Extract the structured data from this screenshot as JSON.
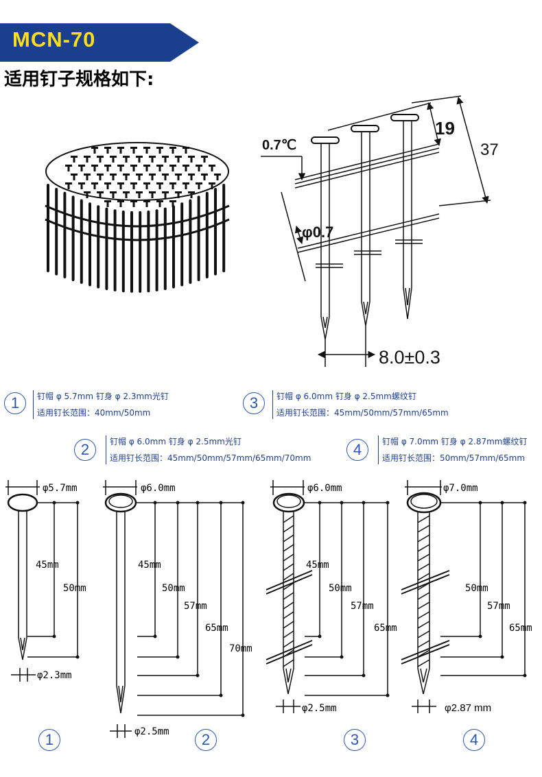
{
  "header": {
    "model": "MCN-70",
    "title": "适用钉子规格如下:"
  },
  "top_diagram": {
    "angle_label": "0.7℃",
    "width_label": "19",
    "height_label": "37",
    "wire_label": "φ0.7",
    "pitch_label": "8.0±0.3"
  },
  "specs": [
    {
      "num": "1",
      "line1": "钉帽 φ 5.7mm   钉身 φ 2.3mm光钉",
      "line2": "适用钉长范围：40mm/50mm"
    },
    {
      "num": "2",
      "line1": "钉帽 φ 6.0mm   钉身 φ 2.5mm光钉",
      "line2": "适用钉长范围：45mm/50mm/57mm/65mm/70mm"
    },
    {
      "num": "3",
      "line1": "钉帽 φ 6.0mm   钉身 φ 2.5mm螺纹钉",
      "line2": "适用钉长范围：45mm/50mm/57mm/65mm"
    },
    {
      "num": "4",
      "line1": "钉帽 φ 7.0mm   钉身 φ 2.87mm螺纹钉",
      "line2": "适用钉长范围：50mm/57mm/65mm"
    }
  ],
  "nails": [
    {
      "num": "1",
      "head": "φ5.7mm",
      "shank": "φ2.3mm",
      "lengths": [
        "45mm",
        "50mm"
      ]
    },
    {
      "num": "2",
      "head": "φ6.0mm",
      "shank": "φ2.5mm",
      "lengths": [
        "45mm",
        "50mm",
        "57mm",
        "65mm",
        "70mm"
      ]
    },
    {
      "num": "3",
      "head": "φ6.0mm",
      "shank": "φ2.5mm",
      "lengths": [
        "45mm",
        "50mm",
        "57mm",
        "65mm"
      ]
    },
    {
      "num": "4",
      "head": "φ7.0mm",
      "shank": "φ2.87 mm",
      "lengths": [
        "50mm",
        "57mm",
        "65mm"
      ]
    }
  ],
  "colors": {
    "banner": "#1b3f8f",
    "banner_text": "#ffde1a",
    "spec_text": "#1e3f8f",
    "circle": "#2a55b0"
  }
}
